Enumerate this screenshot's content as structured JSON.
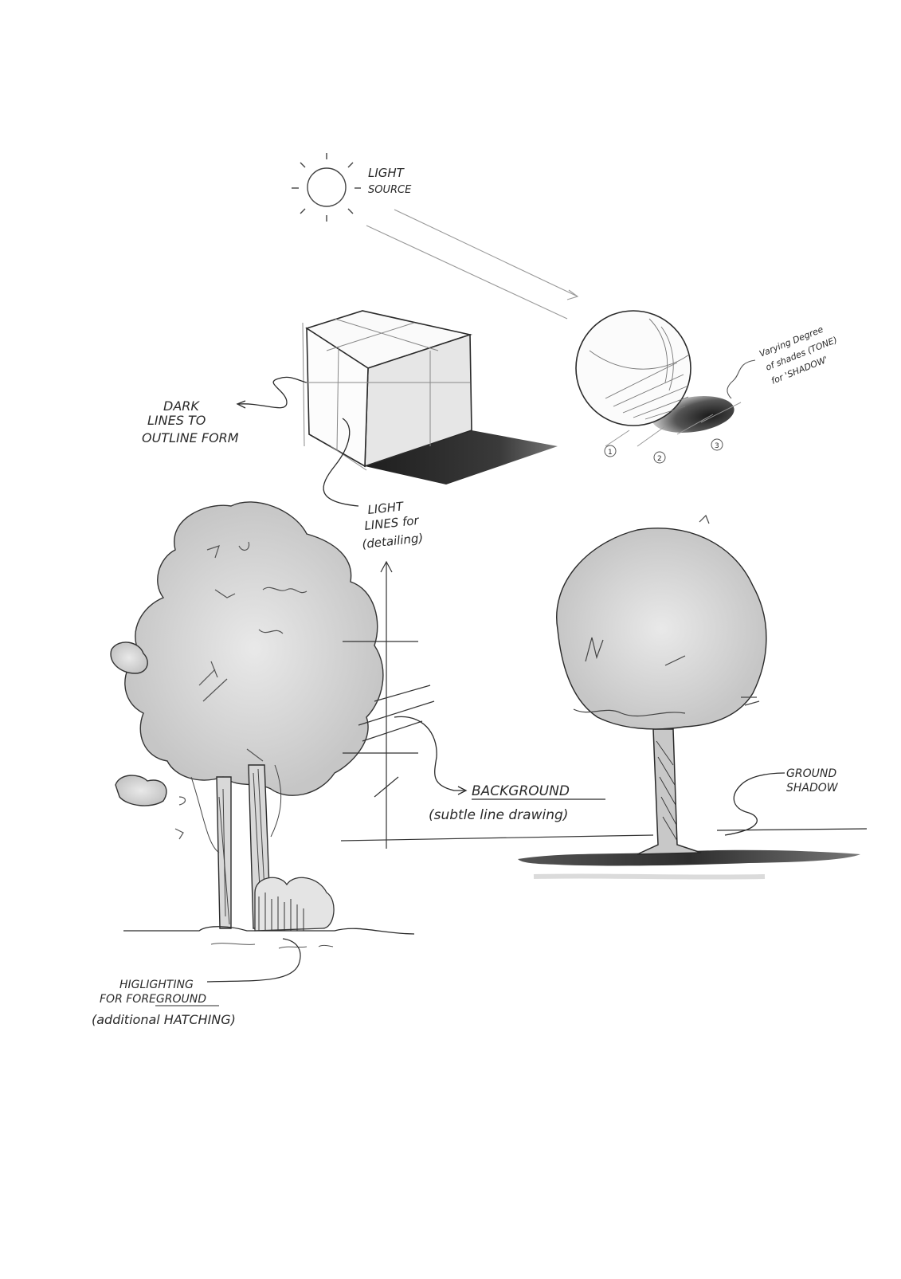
{
  "labels": {
    "light_source_1": "LIGHT",
    "light_source_2": "SOURCE",
    "dark_lines_1": "DARK",
    "dark_lines_2": "LINES TO",
    "dark_lines_3": "OUTLINE FORM",
    "light_lines_1": "LIGHT",
    "light_lines_2": "LINES for",
    "light_lines_3": "(detailing)",
    "shade_1": "Varying Degree",
    "shade_2": "of shades (TONE)",
    "shade_3": "for 'SHADOW'",
    "num_1": "1",
    "num_2": "2",
    "num_3": "3",
    "background_1": "BACKGROUND",
    "background_2": "(subtle line drawing)",
    "ground_shadow_1": "GROUND",
    "ground_shadow_2": "SHADOW",
    "foreground_1": "HIGLIGHTING",
    "foreground_2": "FOR FOREGROUND",
    "foreground_3": "(additional HATCHING)"
  },
  "colors": {
    "ink": "#2a2a2a",
    "pencil_light": "#9a9a9a",
    "shadow": "#3a3a3a"
  }
}
